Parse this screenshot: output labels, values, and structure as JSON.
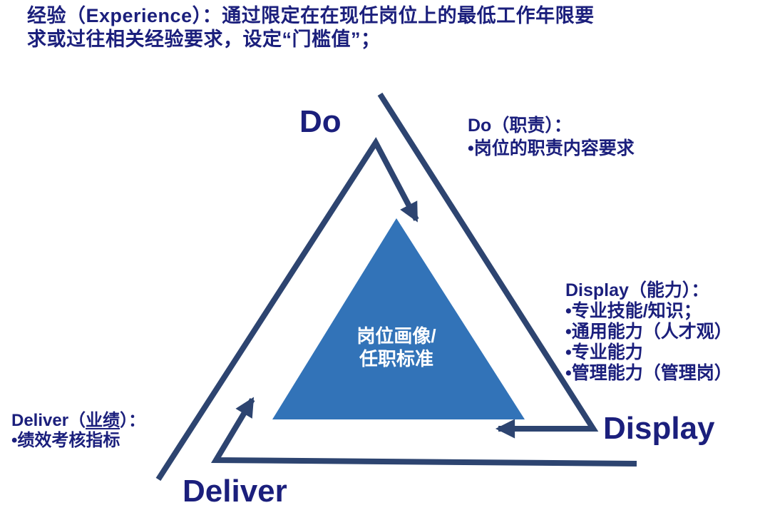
{
  "colors": {
    "background": "#FFFFFF",
    "text_navy": "#1B1F7C",
    "stroke_navy": "#2D4470",
    "triangle_blue": "#3273B8",
    "center_text": "#FFFFFF"
  },
  "header": {
    "line1": "经验（Experience）：通过限定在在现任岗位上的最低工作年限要",
    "line2": "求或过往相关经验要求，设定“门槛值”；"
  },
  "labels": {
    "do": "Do",
    "display": "Display",
    "deliver": "Deliver"
  },
  "center": {
    "line1": "岗位画像/",
    "line2": "任职标准"
  },
  "notes": {
    "do": {
      "title": "Do（职责）：",
      "bullets": [
        "•岗位的职责内容要求"
      ]
    },
    "display": {
      "title": "Display（能力）：",
      "bullets": [
        "•专业技能/知识；",
        "•通用能力（人才观）",
        "•专业能力",
        "•管理能力（管理岗）"
      ]
    },
    "deliver": {
      "title_prefix": "Deliver（",
      "title_underlined": "业绩",
      "title_suffix": "）：",
      "bullets": [
        "•绩效考核指标"
      ]
    }
  }
}
